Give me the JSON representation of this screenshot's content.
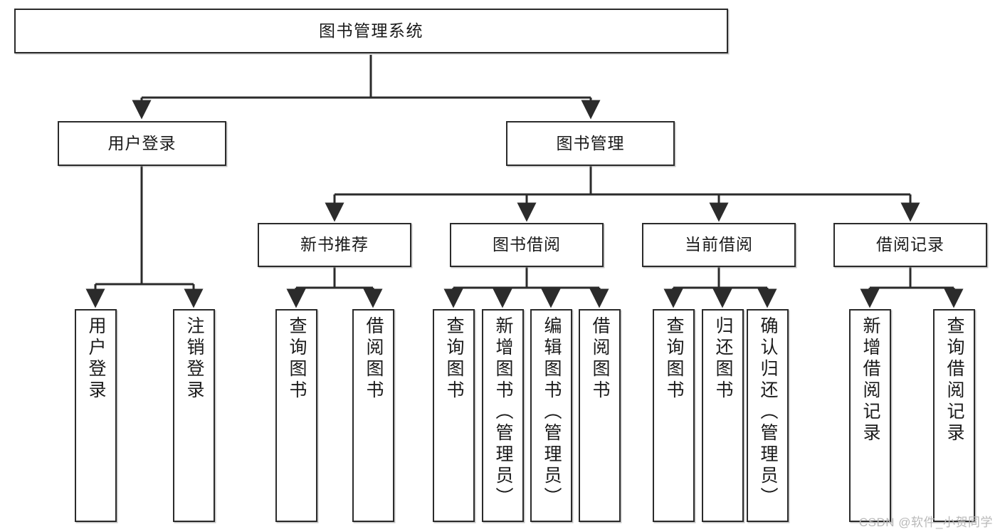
{
  "diagram": {
    "title": "图书管理系统",
    "type": "tree",
    "watermark": "CSDN @软件_小贺同学",
    "colors": {
      "box_border": "#2b2b2b",
      "box_fill": "#ffffff",
      "line": "#2b2b2b",
      "text": "#1a1a1a",
      "watermark": "#b9b9b9",
      "background": "#ffffff"
    },
    "levels": {
      "root": "图书管理系统",
      "level2": [
        "用户登录",
        "图书管理"
      ],
      "level3": [
        "新书推荐",
        "图书借阅",
        "当前借阅",
        "借阅记录"
      ]
    },
    "nodes": {
      "root": {
        "label": "图书管理系统"
      },
      "user_login": {
        "label": "用户登录"
      },
      "book_manage": {
        "label": "图书管理"
      },
      "new_book_rec": {
        "label": "新书推荐"
      },
      "book_borrow": {
        "label": "图书借阅"
      },
      "current_borrow": {
        "label": "当前借阅"
      },
      "borrow_record": {
        "label": "借阅记录"
      }
    },
    "leaves": {
      "user_login": [
        {
          "label": "用户登录"
        },
        {
          "label": "注销登录"
        }
      ],
      "new_book_rec": [
        {
          "label": "查询图书"
        },
        {
          "label": "借阅图书"
        }
      ],
      "book_borrow": [
        {
          "label": "查询图书"
        },
        {
          "label": "新增图书（管理员）"
        },
        {
          "label": "编辑图书（管理员）"
        },
        {
          "label": "借阅图书"
        }
      ],
      "current_borrow": [
        {
          "label": "查询图书"
        },
        {
          "label": "归还图书"
        },
        {
          "label": "确认归还（管理员）"
        }
      ],
      "borrow_record": [
        {
          "label": "新增借阅记录"
        },
        {
          "label": "查询借阅记录"
        }
      ]
    }
  }
}
